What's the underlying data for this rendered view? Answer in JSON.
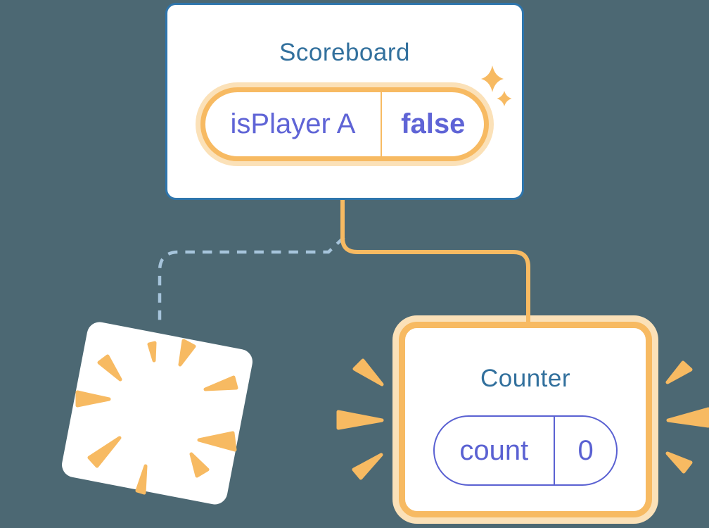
{
  "scoreboard": {
    "title": "Scoreboard",
    "state_pill": {
      "name": "isPlayer A",
      "value": "false"
    }
  },
  "counter": {
    "title": "Counter",
    "state_pill": {
      "name": "count",
      "value": "0"
    }
  },
  "icons": {
    "sparkles": "sparkles-icon",
    "destroy_burst": "burst-icon",
    "emphasis_marks": "emphasis-wedges-icon"
  },
  "colors": {
    "background": "#4C6873",
    "card_background": "#FFFFFF",
    "scoreboard_border_blue": "#2E75AC",
    "component_title_teal": "#32709D",
    "state_text_purple": "#5F64D6",
    "plain_pill_purple": "#5A61D2",
    "highlight_orange": "#F7BA62",
    "highlight_halo_orange": "#FBE1B8",
    "dashed_connector_blue": "#A6C4DB"
  }
}
